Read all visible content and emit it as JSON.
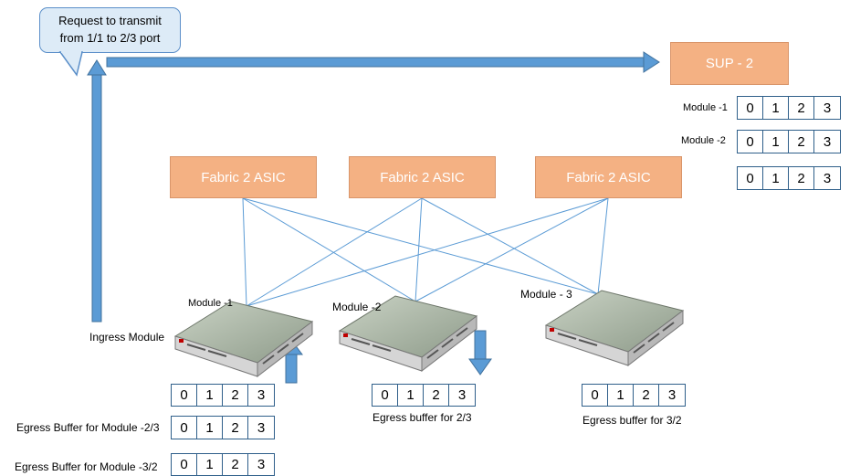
{
  "callout": {
    "line1": "Request to transmit",
    "line2": "from 1/1 to 2/3 port"
  },
  "sup": {
    "label": "SUP - 2"
  },
  "fabric": [
    {
      "label": "Fabric 2 ASIC"
    },
    {
      "label": "Fabric 2 ASIC"
    },
    {
      "label": "Fabric 2 ASIC"
    }
  ],
  "sup_tables": [
    {
      "label": "Module -1",
      "cells": [
        "0",
        "1",
        "2",
        "3"
      ]
    },
    {
      "label": "Module -2",
      "cells": [
        "0",
        "1",
        "2",
        "3"
      ]
    },
    {
      "label": "",
      "cells": [
        "0",
        "1",
        "2",
        "3"
      ]
    }
  ],
  "modules": [
    {
      "label": "Module -1"
    },
    {
      "label": "Module -2"
    },
    {
      "label": "Module - 3"
    }
  ],
  "ingress_label": "Ingress Module",
  "module1_buffer": {
    "cells": [
      "0",
      "1",
      "2",
      "3"
    ]
  },
  "egress_buffers": [
    {
      "label": "Egress Buffer for Module -2/3",
      "cells": [
        "0",
        "1",
        "2",
        "3"
      ]
    },
    {
      "label": "Egress Buffer for Module -3/2",
      "cells": [
        "0",
        "1",
        "2",
        "3"
      ]
    }
  ],
  "module2_buffer": {
    "label": "Egress buffer for 2/3",
    "cells": [
      "0",
      "1",
      "2",
      "3"
    ]
  },
  "module3_buffer": {
    "label": "Egress buffer for 3/2",
    "cells": [
      "0",
      "1",
      "2",
      "3"
    ]
  },
  "colors": {
    "arrow": "#5b9bd5",
    "fabric": "#f4b183",
    "line": "#5b9bd5"
  }
}
